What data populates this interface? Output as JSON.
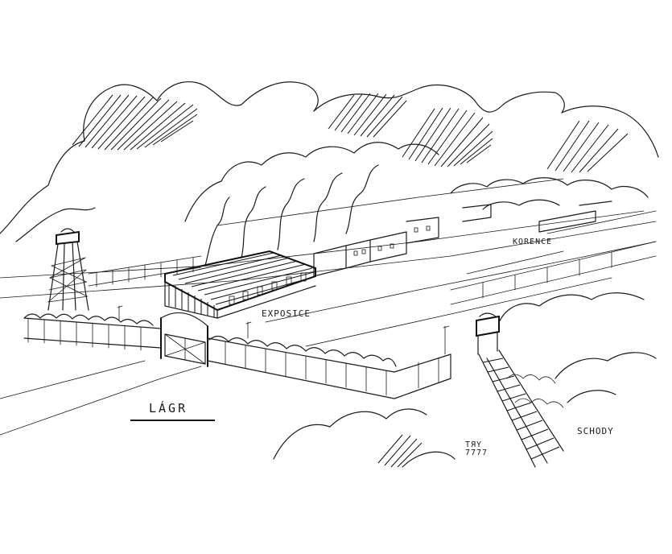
{
  "labels": {
    "camp": "LÁGR",
    "exhibition": "EXPOSICE",
    "korenke": "KORENCE",
    "stairs": "SCHODY",
    "signature": "ТЯY\n7777"
  },
  "colors": {
    "ink": "#1a1a1a",
    "paper": "#ffffff"
  }
}
